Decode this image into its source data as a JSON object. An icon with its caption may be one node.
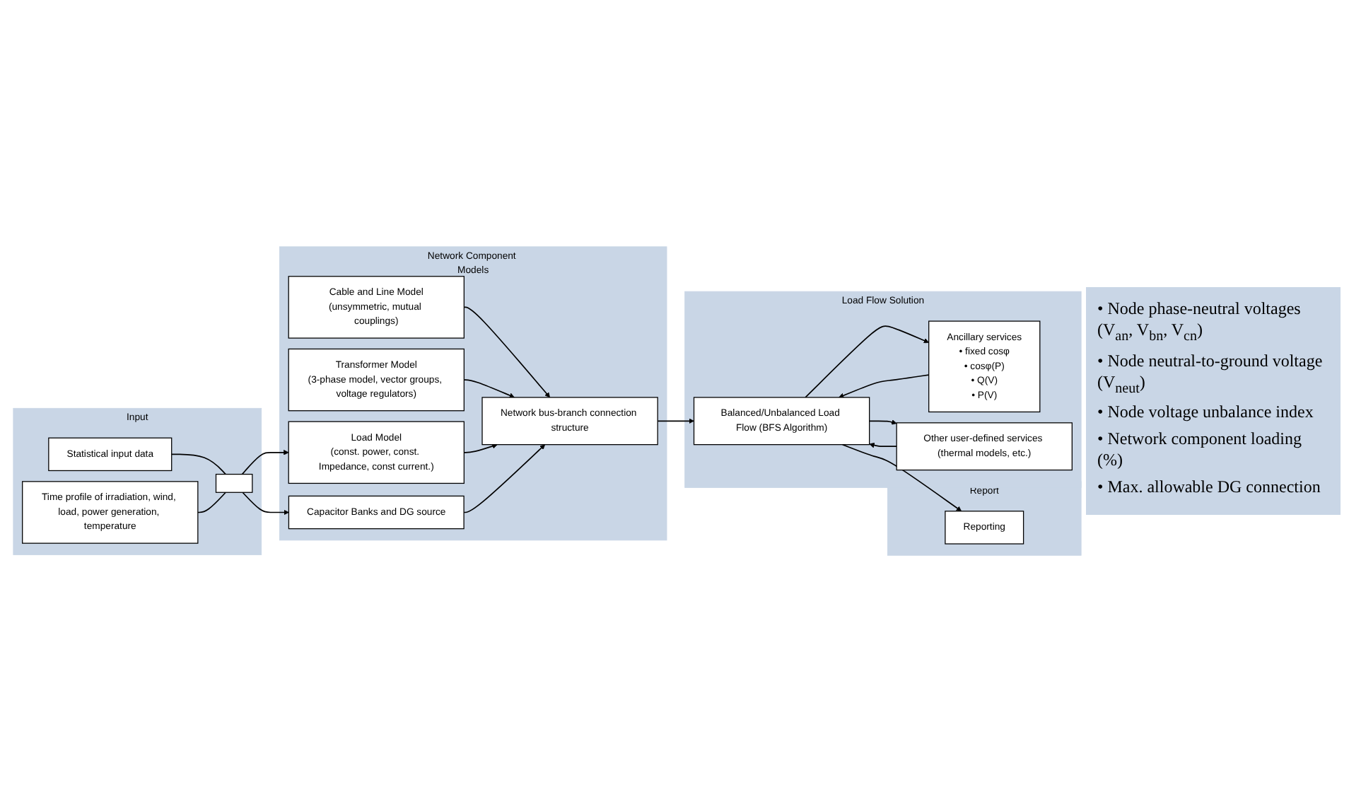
{
  "diagram": {
    "nodes": [
      {
        "text": [
          "Input"
        ]
      },
      {
        "text": [
          "Statistical input data"
        ],
        "in": 0
      },
      {
        "text": [
          "Time profile of irradiation, wind, load, power generation, temperature"
        ],
        "in": 0
      },
      {
        "text": [],
        "shape": "box",
        "in": 0
      },
      {
        "text": [
          "Network Component Models"
        ]
      },
      {
        "text": [
          "Cable and Line Model",
          "(unsymmetric, mutual couplings)"
        ],
        "in": 4
      },
      {
        "text": [
          "Transformer Model",
          "(3-phase model, vector groups, voltage regulators)"
        ],
        "in": 4
      },
      {
        "text": [
          "Load Model",
          "(const. power, const. Impedance, const current.)"
        ],
        "in": 4
      },
      {
        "text": [
          "Capacitor Banks and DG source"
        ],
        "in": 4
      },
      {
        "text": [
          "Network bus-branch connection structure"
        ],
        "in": 4
      },
      {
        "text": [
          "Load Flow Solution"
        ]
      },
      {
        "text": [
          "Balanced/Unbalanced Load Flow (BFS Algorithm)"
        ],
        "in": 10
      },
      {
        "text": [
          "Ancillary services",
          "• fixed cosφ",
          "• cosφ(P)",
          "• Q(V)",
          "• P(V)"
        ],
        "in": 10
      },
      {
        "text": [
          "Other user-defined services (thermal models, etc.)"
        ],
        "in": 10
      },
      {
        "text": [
          "Report"
        ]
      },
      {
        "text": [
          "Reporting"
        ],
        "in": 14
      }
    ],
    "edges": [
      {
        "from": 1,
        "to": 3,
        "arrow": "none"
      },
      {
        "from": 2,
        "to": 3,
        "arrow": "none"
      },
      {
        "from": 3,
        "to": 7,
        "arrow": "to"
      },
      {
        "from": 3,
        "to": 8,
        "arrow": "to"
      },
      {
        "from": 5,
        "to": 9,
        "arrow": "to"
      },
      {
        "from": 6,
        "to": 9,
        "arrow": "to"
      },
      {
        "from": 7,
        "to": 9,
        "arrow": "to"
      },
      {
        "from": 8,
        "to": 9,
        "arrow": "to"
      },
      {
        "from": 9,
        "to": 11,
        "arrow": "to"
      },
      {
        "from": 11,
        "to": 15,
        "arrow": "to"
      },
      {
        "from": 11,
        "to": 12,
        "arrow": "to"
      },
      {
        "from": 11,
        "to": 13,
        "arrow": "to"
      },
      {
        "from": 12,
        "to": 11,
        "arrow": "to"
      },
      {
        "from": 13,
        "to": 11,
        "arrow": "to"
      }
    ],
    "labels": [
      "• Node phase-neutral voltages (V$_{an}$, V$_{bn}$, V$_{cn}$)",
      "• Node neutral-to-ground voltage (V$_{neut}$)",
      "• Node voltage unbalance index",
      "• Network component loading (%)",
      "• Max. allowable DG connection"
    ]
  }
}
